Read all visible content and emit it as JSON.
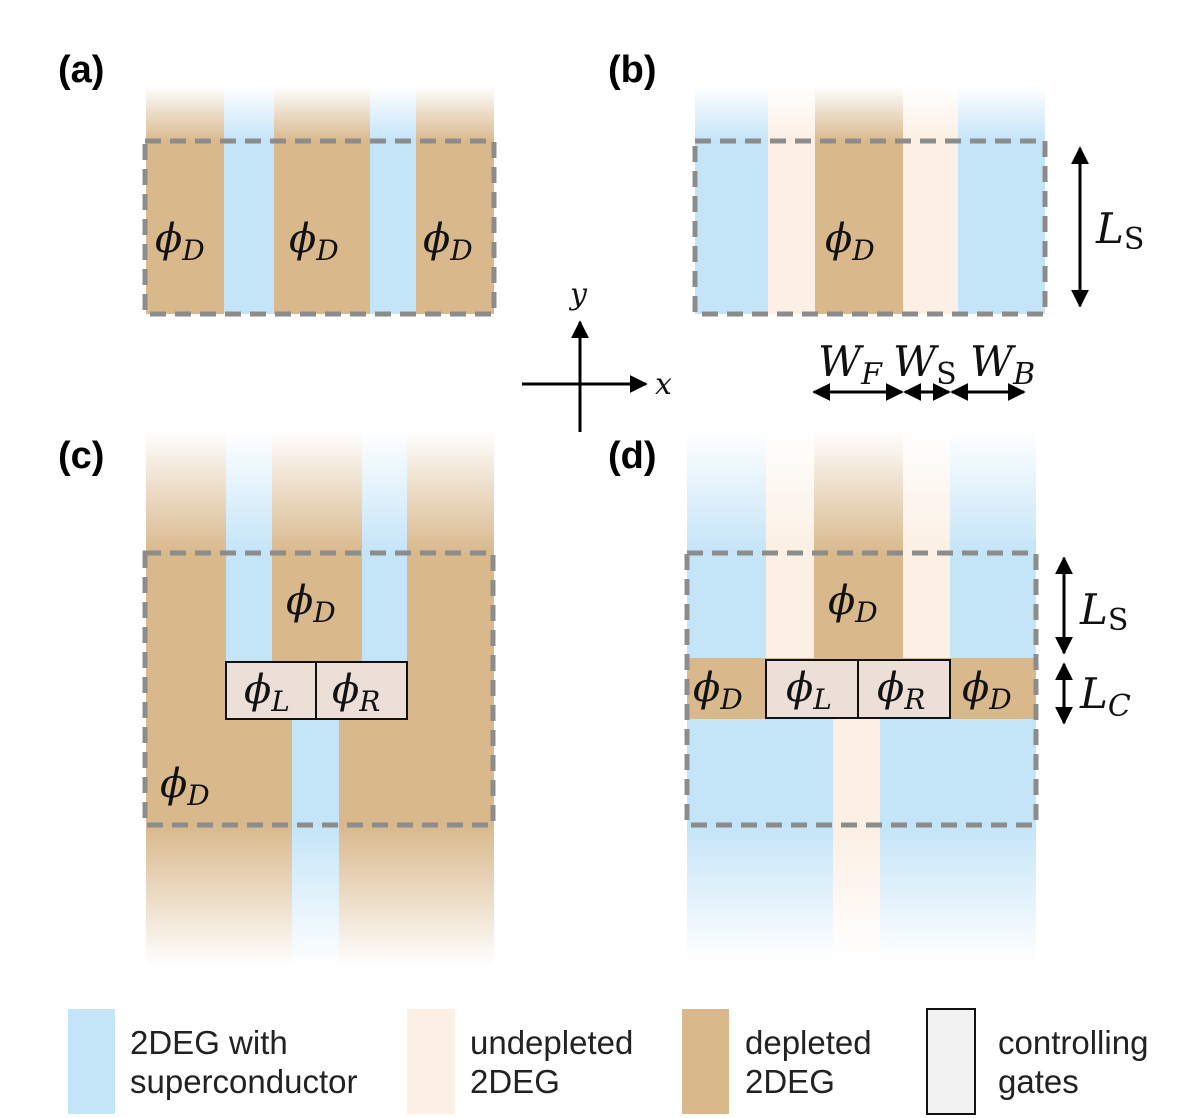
{
  "panels": {
    "a": {
      "label": "(a)",
      "phi": [
        "D",
        "D",
        "D"
      ]
    },
    "b": {
      "label": "(b)",
      "phi": [
        "D"
      ],
      "length": "S",
      "widths": [
        "F",
        "S",
        "B"
      ]
    },
    "c": {
      "label": "(c)",
      "phi": [
        "D",
        "L",
        "R",
        "D"
      ]
    },
    "d": {
      "label": "(d)",
      "phi": [
        "D",
        "D",
        "L",
        "R",
        "D"
      ],
      "lengths": [
        "S",
        "C"
      ]
    }
  },
  "axes": {
    "x": "x",
    "y": "y"
  },
  "legend": [
    {
      "line1": "2DEG with",
      "line2": "superconductor",
      "color": "#c4e4f8"
    },
    {
      "line1": "undepleted",
      "line2": "2DEG",
      "color": "#fcefe3"
    },
    {
      "line1": "depleted",
      "line2": "2DEG",
      "color": "#d9b88c"
    },
    {
      "line1": "controlling",
      "line2": "gates",
      "color": "#f2f2f2"
    }
  ],
  "colors": {
    "superconductor": "#c4e4f8",
    "undepleted": "#fcefe3",
    "depleted": "#d9b88c",
    "gate": "#ecdfd8",
    "dashed_box": "#8c8c8c"
  }
}
